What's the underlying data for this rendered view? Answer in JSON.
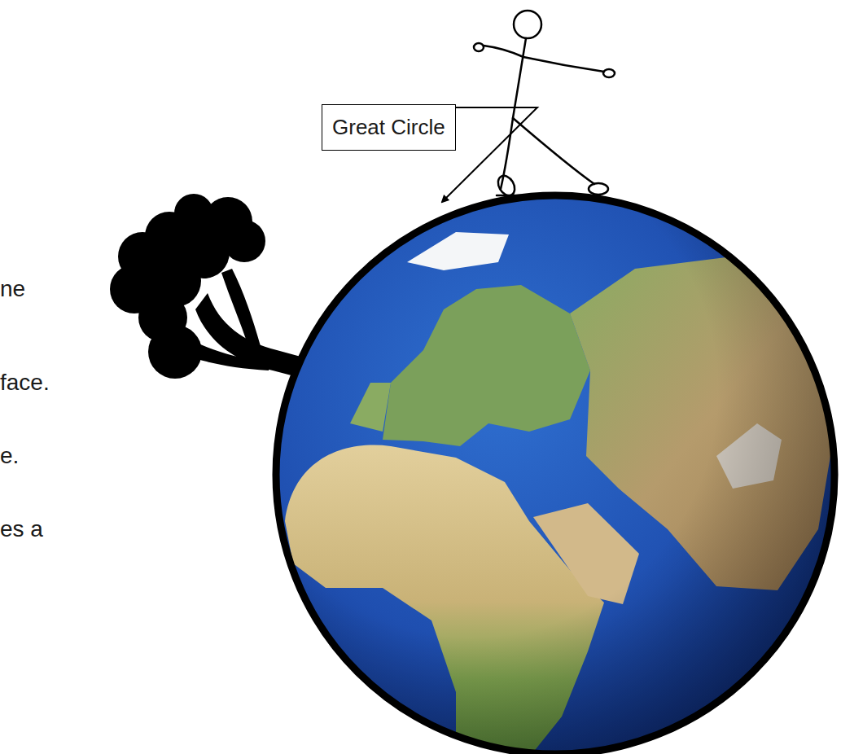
{
  "diagram": {
    "nodes": [
      {
        "text": [
          "Great Circle"
        ]
      }
    ],
    "labels": [
      "ne",
      "face.",
      "e.",
      "es a"
    ]
  }
}
